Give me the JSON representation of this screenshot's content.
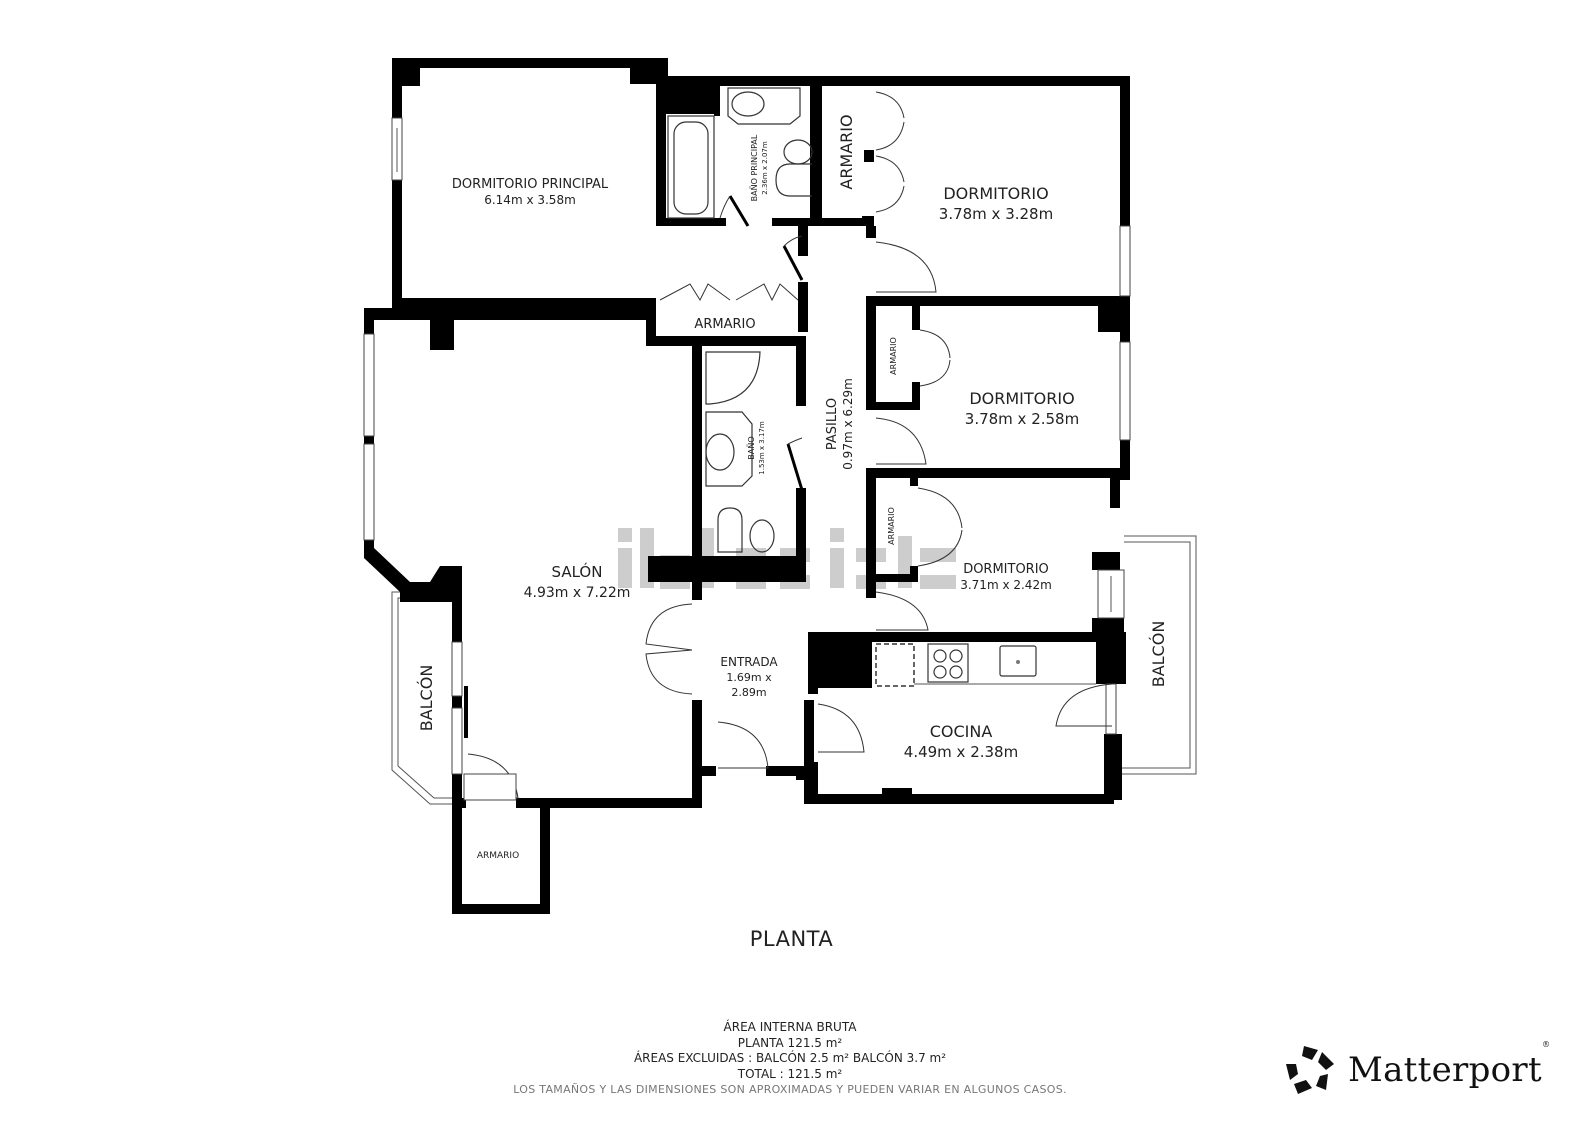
{
  "plan": {
    "title": "PLANTA",
    "watermark": "idealista",
    "rooms": [
      {
        "id": "dormitorio-principal",
        "name": "DORMITORIO PRINCIPAL",
        "dims": "6.14m x 3.58m"
      },
      {
        "id": "bano-principal",
        "name": "BAÑO PRINCIPAL",
        "dims": "2.36m x 2.07m"
      },
      {
        "id": "armario-1",
        "name": "ARMARIO"
      },
      {
        "id": "dormitorio-1",
        "name": "DORMITORIO",
        "dims": "3.78m x 3.28m"
      },
      {
        "id": "armario-2",
        "name": "ARMARIO"
      },
      {
        "id": "dormitorio-2",
        "name": "DORMITORIO",
        "dims": "3.78m x 2.58m"
      },
      {
        "id": "armario-3",
        "name": "ARMARIO"
      },
      {
        "id": "bano",
        "name": "BAÑO",
        "dims": "1.53m x 3.17m"
      },
      {
        "id": "pasillo",
        "name": "PASILLO",
        "dims": "0.97m x 6.29m"
      },
      {
        "id": "armario-4",
        "name": "ARMARIO"
      },
      {
        "id": "dormitorio-3",
        "name": "DORMITORIO",
        "dims": "3.71m x 2.42m"
      },
      {
        "id": "salon",
        "name": "SALÓN",
        "dims": "4.93m x 7.22m"
      },
      {
        "id": "entrada",
        "name": "ENTRADA",
        "dims_line1": "1.69m x",
        "dims_line2": "2.89m"
      },
      {
        "id": "cocina",
        "name": "COCINA",
        "dims": "4.49m x 2.38m"
      },
      {
        "id": "balcon-1",
        "name": "BALCÓN"
      },
      {
        "id": "balcon-2",
        "name": "BALCÓN"
      },
      {
        "id": "armario-5",
        "name": "ARMARIO"
      }
    ]
  },
  "summary": {
    "heading": "ÁREA INTERNA BRUTA",
    "planta": "PLANTA 121.5 m²",
    "excluded": "ÁREAS EXCLUIDAS :  BALCÓN 2.5 m²   BALCÓN 3.7 m²",
    "total": "TOTAL :  121.5 m²",
    "disclaimer": "LOS TAMAÑOS Y LAS DIMENSIONES SON APROXIMADAS Y PUEDEN VARIAR EN ALGUNOS CASOS."
  },
  "brand": {
    "name": "Matterport",
    "reg": "®",
    "icon": "matterport-logo-icon"
  },
  "colors": {
    "wall": "#000000",
    "background": "#ffffff",
    "watermark": "#bdbdbd",
    "text": "#222222"
  }
}
